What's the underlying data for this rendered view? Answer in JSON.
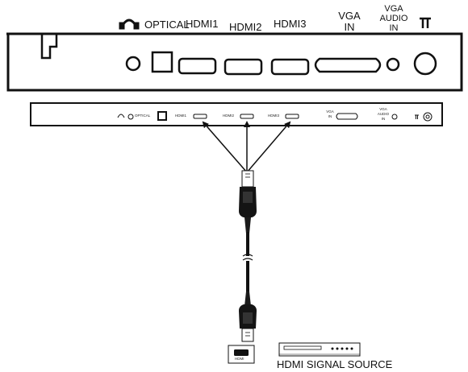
{
  "ports_top": {
    "optical": "OPTICAL",
    "hdmi1": "HDMI1",
    "hdmi2": "HDMI2",
    "hdmi3": "HDMI3",
    "vga_line1": "VGA",
    "vga_line2": "IN",
    "vga_audio_line1": "VGA",
    "vga_audio_line2": "AUDIO",
    "vga_audio_line3": "IN"
  },
  "ports_strip": {
    "optical": "OPTICAL",
    "hdmi1": "HDMI1",
    "hdmi2": "HDMI2",
    "hdmi3": "HDMI3",
    "vga_line1": "VGA",
    "vga_line2": "IN",
    "vga_audio_line1": "VGA",
    "vga_audio_line2": "AUDIO",
    "vga_audio_line3": "IN"
  },
  "source": {
    "port_label": "HDMI",
    "caption": "HDMI SIGNAL SOURCE"
  },
  "icons": [
    "headphones-icon",
    "antenna-icon"
  ]
}
